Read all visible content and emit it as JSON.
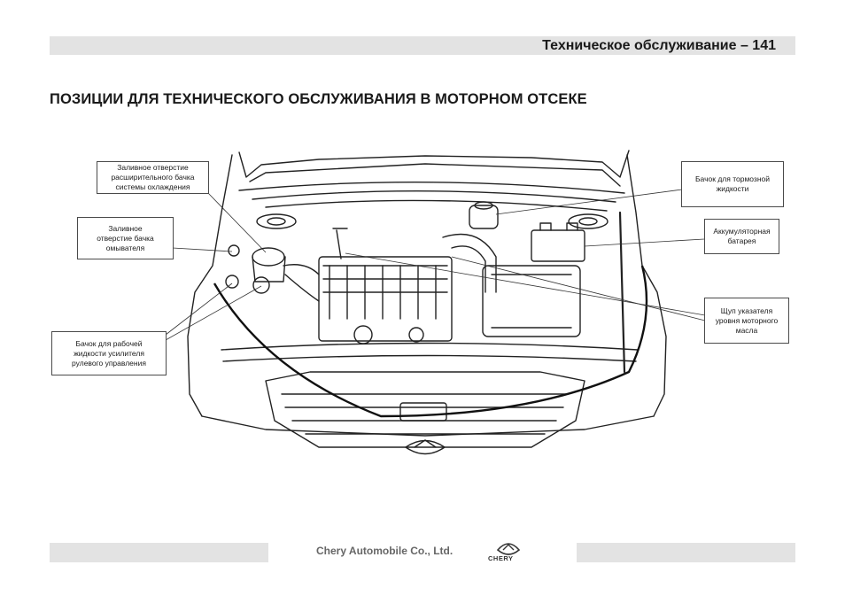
{
  "header": {
    "title": "Техническое обслуживание – 141"
  },
  "section_title": "ПОЗИЦИИ ДЛЯ ТЕХНИЧЕСКОГО ОБСЛУЖИВАНИЯ В МОТОРНОМ ОТСЕКЕ",
  "callouts": {
    "coolant": [
      "Заливное отверстие",
      "расширительного бачка",
      "системы охлаждения"
    ],
    "washer": [
      "Заливное",
      "отверстие бачка",
      "омывателя"
    ],
    "power_steering": [
      "Бачок для рабочей",
      "жидкости усилителя",
      "рулевого управления"
    ],
    "brake": [
      "Бачок для тормозной",
      "жидкости"
    ],
    "battery": [
      "Аккумуляторная",
      "батарея"
    ],
    "dipstick": [
      "Щуп указателя",
      "уровня моторного",
      "масла"
    ]
  },
  "footer": {
    "company": "Chery Automobile Co., Ltd.",
    "brand": "CHERY"
  },
  "icons": {
    "footer_logo": "chery-logo-icon"
  }
}
